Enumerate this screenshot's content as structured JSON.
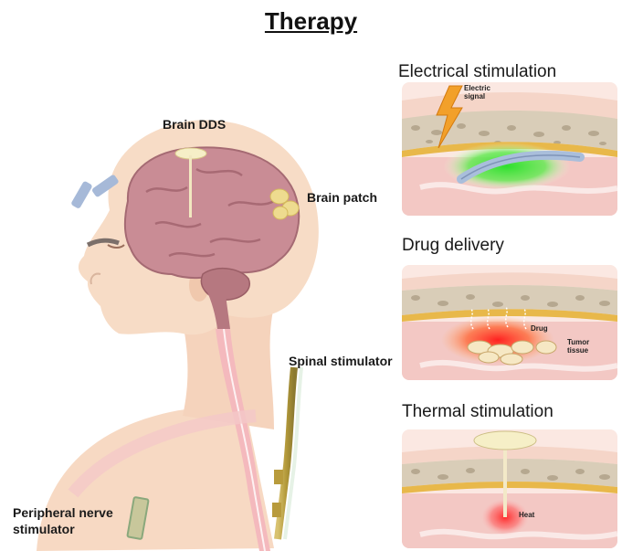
{
  "title": "Therapy",
  "labels": {
    "brain_dds": "Brain DDS",
    "brain_patch": "Brain patch",
    "spinal_stimulator": "Spinal stimulator",
    "peripheral_line1": "Peripheral nerve",
    "peripheral_line2": "stimulator"
  },
  "panels": {
    "electrical": {
      "title": "Electrical stimulation",
      "note_line1": "Electric",
      "note_line2": "signal"
    },
    "drug": {
      "title": "Drug delivery",
      "drug_label": "Drug",
      "tumor_line1": "Tumor",
      "tumor_line2": "tissue"
    },
    "thermal": {
      "title": "Thermal stimulation",
      "heat_label": "Heat"
    }
  },
  "colors": {
    "skin": "#f7dcc6",
    "brain": "#c98c95",
    "bone": "#c9bba8",
    "tissue": "#f2c3c1",
    "stimulator": "#a9bedb",
    "electric_glow": "#3ee33e",
    "drug_glow": "#ff3a3a",
    "heat_glow": "#ff4a4a"
  }
}
